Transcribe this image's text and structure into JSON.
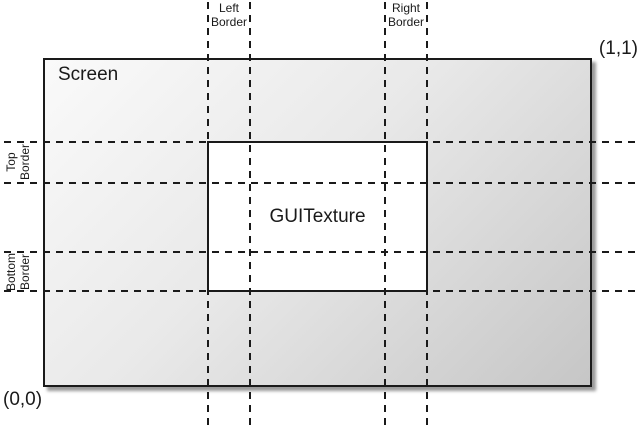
{
  "diagram": {
    "screen_label": "Screen",
    "guitexture_label": "GUITexture",
    "origin_label": "(0,0)",
    "top_right_label": "(1,1)",
    "left_border": {
      "line1": "Left",
      "line2": "Border"
    },
    "right_border": {
      "line1": "Right",
      "line2": "Border"
    },
    "top_border": {
      "line1": "Top",
      "line2": "Border"
    },
    "bottom_border": {
      "line1": "Bottom",
      "line2": "Border"
    },
    "colors": {
      "line": "#1a1a1a",
      "screen_gradient_start": "#fafafa",
      "screen_gradient_end": "#c6c6c6",
      "guitexture_fill": "#ffffff",
      "background": "#ffffff"
    }
  }
}
